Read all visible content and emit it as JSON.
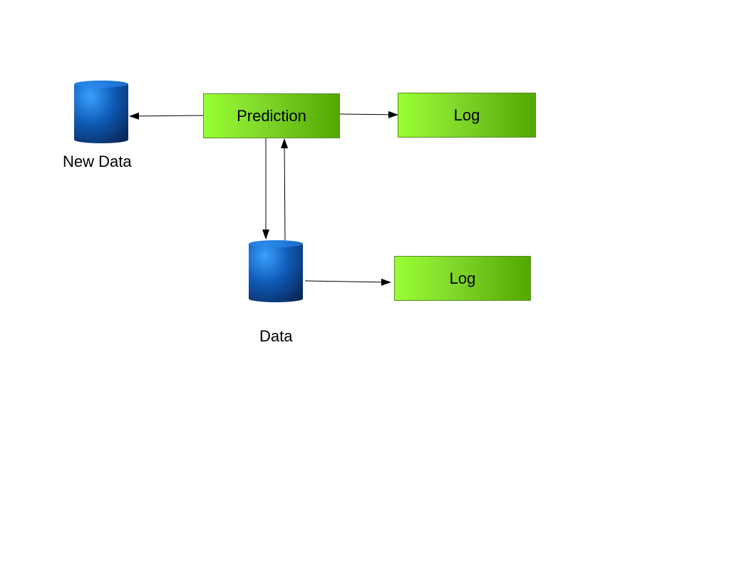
{
  "nodes": {
    "prediction": "Prediction",
    "log_top": "Log",
    "log_bottom": "Log",
    "new_data": "New Data",
    "data": "Data"
  },
  "edges": [
    {
      "from": "Prediction",
      "to": "New Data"
    },
    {
      "from": "Prediction",
      "to": "Log"
    },
    {
      "from": "Prediction",
      "to": "Data"
    },
    {
      "from": "Data",
      "to": "Prediction"
    },
    {
      "from": "Data",
      "to": "Log"
    }
  ],
  "colors": {
    "box_light": "#99ff33",
    "box_dark": "#52a800",
    "cylinder_light": "#2b8bf0",
    "cylinder_dark": "#0a2f66",
    "arrow": "#000000"
  }
}
